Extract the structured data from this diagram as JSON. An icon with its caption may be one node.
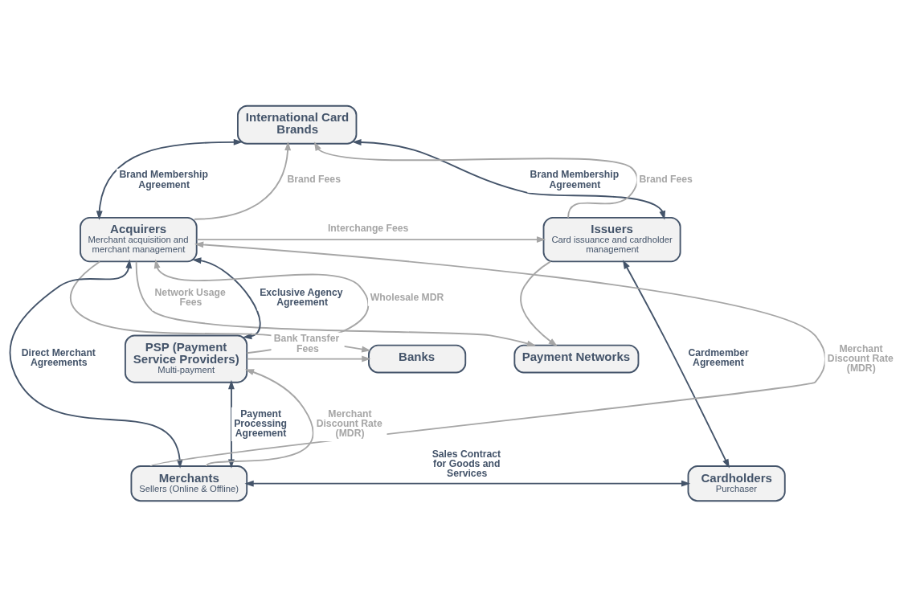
{
  "diagram": {
    "nodes": [
      {
        "text": [
          "International Card Brands"
        ]
      },
      {
        "text": [
          "Acquirers",
          "Merchant acquisition and merchant management"
        ]
      },
      {
        "text": [
          "Issuers",
          "Card issuance and cardholder management"
        ]
      },
      {
        "text": [
          "Payment Networks"
        ]
      },
      {
        "text": [
          "PSP (Payment Service Providers)",
          "Multi-payment"
        ]
      },
      {
        "text": [
          "Banks"
        ]
      },
      {
        "text": [
          "Merchants",
          "Sellers (Online & Offline)"
        ]
      },
      {
        "text": [
          "Cardholders",
          "Purchaser"
        ]
      }
    ],
    "edges": [
      {
        "from": 1,
        "to": 0,
        "arrow": "both",
        "label": "Brand Membership Agreement",
        "color": "#44546a"
      },
      {
        "from": 2,
        "to": 0,
        "arrow": "both",
        "label": "Brand Membership Agreement",
        "color": "#44546a"
      },
      {
        "from": 1,
        "to": 0,
        "arrow": "to",
        "label": "Brand Fees"
      },
      {
        "from": 2,
        "to": 0,
        "arrow": "to",
        "label": "Brand Fees"
      },
      {
        "from": 1,
        "to": 2,
        "arrow": "to",
        "label": "Interchange Fees"
      },
      {
        "from": 1,
        "to": 3,
        "arrow": "to",
        "label": "Network Usage Fees"
      },
      {
        "from": 2,
        "to": 3,
        "arrow": "to"
      },
      {
        "from": 1,
        "to": 5,
        "arrow": "to"
      },
      {
        "from": 4,
        "to": 5,
        "arrow": "to",
        "label": "Bank Transfer Fees"
      },
      {
        "from": 6,
        "to": 1,
        "arrow": "to",
        "label": "Merchant Discount Rate (MDR)"
      },
      {
        "from": 1,
        "to": 6,
        "arrow": "both",
        "label": "Direct Merchant Agreements",
        "color": "#44546a"
      },
      {
        "from": 4,
        "to": 1,
        "arrow": "to",
        "label": "Wholesale MDR"
      },
      {
        "from": 1,
        "to": 4,
        "arrow": "both",
        "label": "Exclusive Agency Agreement",
        "color": "#44546a"
      },
      {
        "from": 6,
        "to": 4,
        "arrow": "to",
        "label": "Merchant Discount Rate (MDR)"
      },
      {
        "from": 4,
        "to": 6,
        "arrow": "both",
        "label": "Payment Processing Agreement",
        "color": "#44546a"
      },
      {
        "from": 6,
        "to": 7,
        "arrow": "both",
        "label": "Sales Contract for Goods and Services",
        "color": "#44546a"
      },
      {
        "from": 2,
        "to": 7,
        "arrow": "both",
        "label": "Cardmember Agreement",
        "color": "#44546a"
      }
    ]
  }
}
